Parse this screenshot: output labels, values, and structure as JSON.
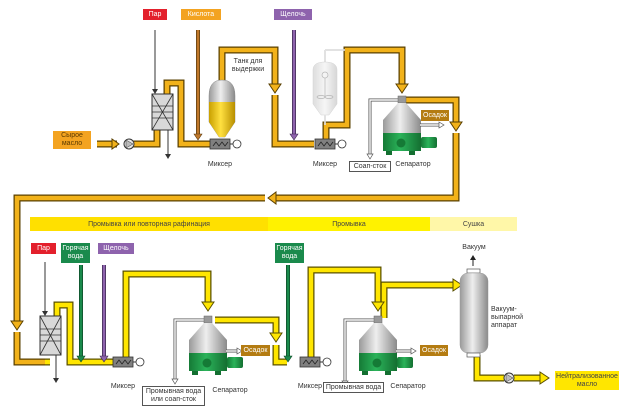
{
  "colors": {
    "pipe_orange": "#f2b21a",
    "pipe_yellow": "#ffe600",
    "steam_red": "#e3202c",
    "acid_orange": "#f3a321",
    "alkali_purple": "#8e63ad",
    "hot_water_green": "#1a8a4c",
    "sediment_brown": "#b47c12",
    "separator_green": "#1f9a46"
  },
  "top_section": {
    "inputs": {
      "steam": "Пар",
      "acid": "Кислота",
      "alkali": "Щелочь"
    },
    "raw_oil": "Сырое масло",
    "holding_tank": "Танк для выдержки",
    "mixer1": "Миксер",
    "mixer2": "Миксер",
    "soapstock": "Соап-сток",
    "separator": "Сепаратор",
    "sediment": "Осадок"
  },
  "stage_bands": [
    {
      "label": "Промывка или повторная рафинация",
      "color": "#ffe000"
    },
    {
      "label": "Промывка",
      "color": "#fff200"
    },
    {
      "label": "Сушка",
      "color": "#fff7a8"
    }
  ],
  "bottom_section": {
    "inputs": {
      "steam": "Пар",
      "hot_water1": "Горячая вода",
      "alkali": "Щелочь",
      "hot_water2": "Горячая вода"
    },
    "mixer1": "Миксер",
    "mixer2": "Миксер",
    "wash_or_soap": "Промывная вода или соап-сток",
    "wash_water": "Промывная вода",
    "separator1": "Сепаратор",
    "separator2": "Сепаратор",
    "sediment1": "Осадок",
    "sediment2": "Осадок",
    "vacuum": "Вакуум",
    "vacuum_apparatus": "Вакуум-выпарной аппарат",
    "neutralized_oil": "Нейтрализованное масло"
  }
}
